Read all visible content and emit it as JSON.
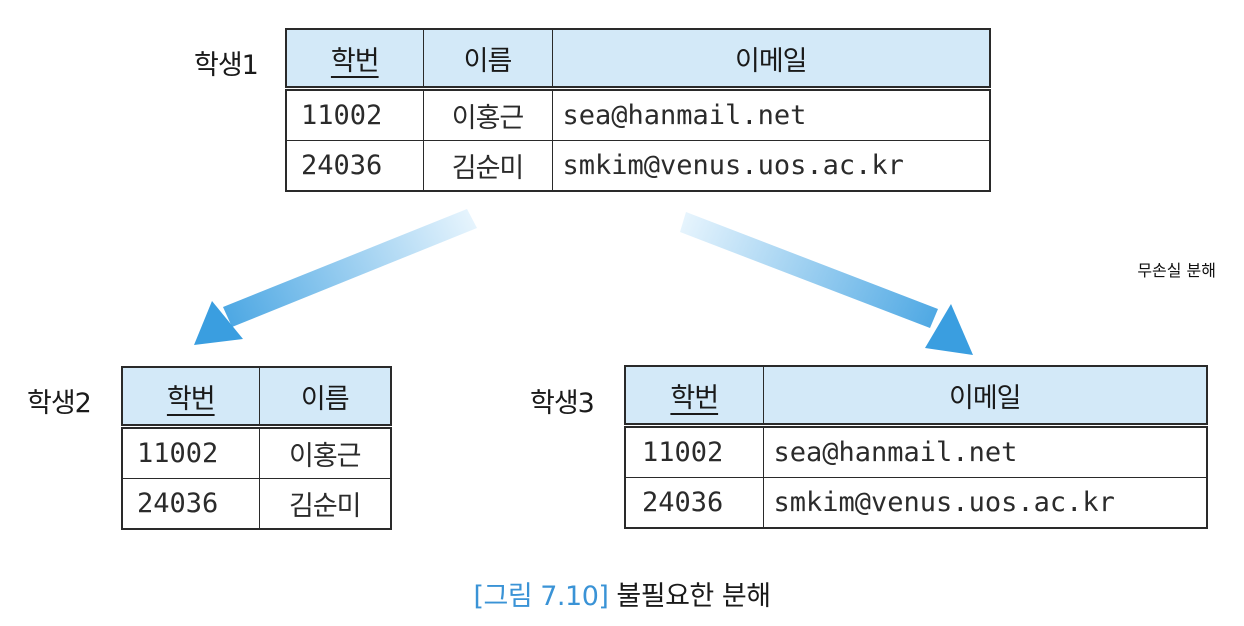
{
  "relations": [
    {
      "name": "학생1",
      "headers": [
        "학번",
        "이름",
        "이메일"
      ],
      "primary_key": "학번",
      "rows": [
        [
          "11002",
          "이홍근",
          "sea@hanmail.net"
        ],
        [
          "24036",
          "김순미",
          "smkim@venus.uos.ac.kr"
        ]
      ]
    },
    {
      "name": "학생2",
      "headers": [
        "학번",
        "이름"
      ],
      "primary_key": "학번",
      "rows": [
        [
          "11002",
          "이홍근"
        ],
        [
          "24036",
          "김순미"
        ]
      ]
    },
    {
      "name": "학생3",
      "headers": [
        "학번",
        "이메일"
      ],
      "primary_key": "학번",
      "rows": [
        [
          "11002",
          "sea@hanmail.net"
        ],
        [
          "24036",
          "smkim@venus.uos.ac.kr"
        ]
      ]
    }
  ],
  "annotation": "무손실 분해",
  "caption": {
    "label": "[그림 7.10]",
    "text": "불필요한 분해"
  },
  "colors": {
    "header_fill": "#d3e9f8",
    "arrow": "#3a9ee0",
    "caption_label": "#3a93d6"
  }
}
